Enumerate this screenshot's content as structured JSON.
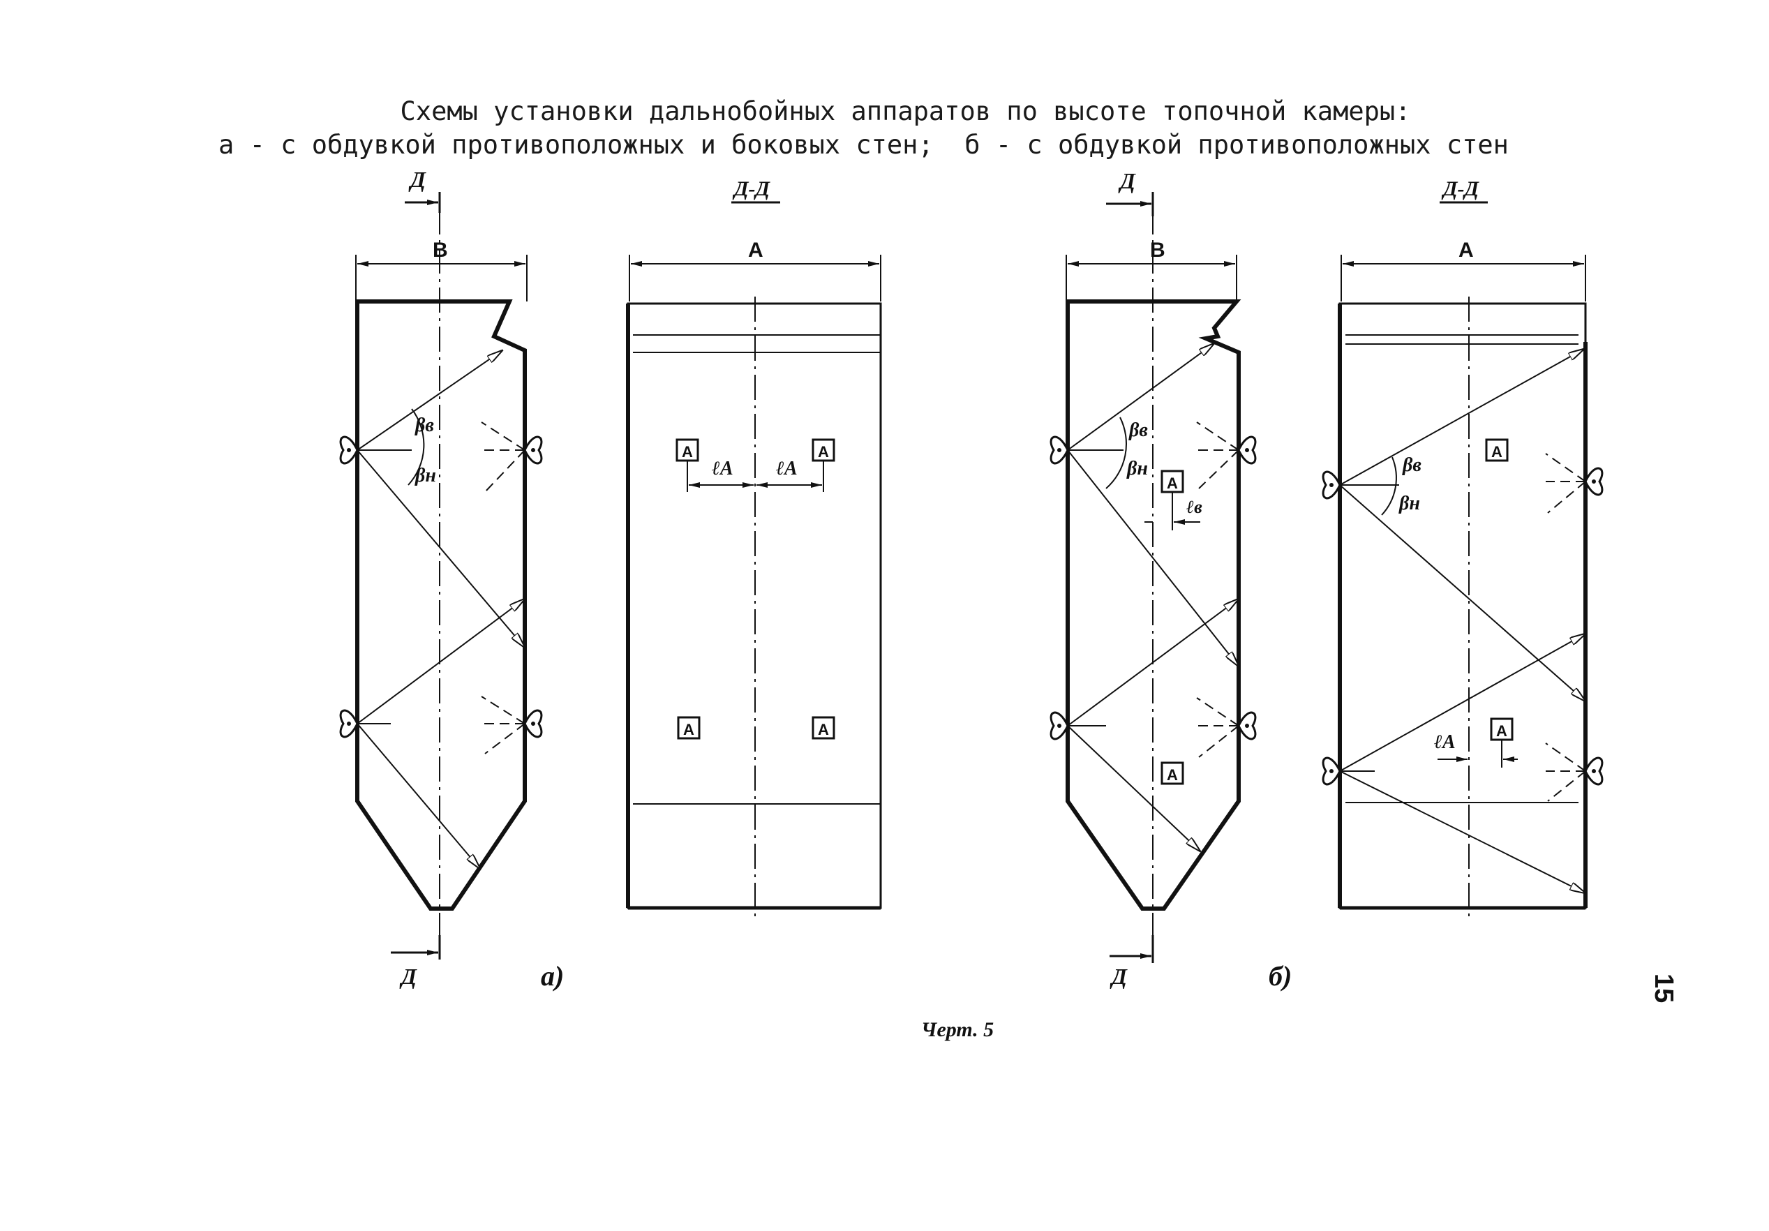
{
  "title": {
    "line1": "Схемы установки дальнобойных аппаратов по высоте топочной камеры:",
    "line2": "а - с обдувкой противоположных и боковых стен;  б - с обдувкой противоположных стен"
  },
  "labels": {
    "section_mark": "Д",
    "section_view": "Д-Д",
    "width_b": "В",
    "width_a": "А",
    "device_mark": "А",
    "angle_upper": "βв",
    "angle_lower": "βн",
    "offset_a": "ℓА",
    "offset_b": "ℓв",
    "variant_a": "а)",
    "variant_b": "б)",
    "drawing_number": "Черт. 5",
    "page_number": "15"
  }
}
